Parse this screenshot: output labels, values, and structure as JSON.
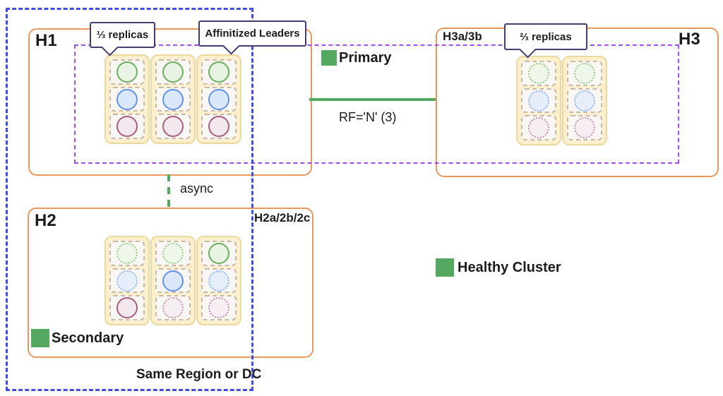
{
  "diagram": {
    "clusters": {
      "h1": {
        "label": "H1"
      },
      "h2": {
        "label": "H2",
        "zone_label": "H2a/2b/2c",
        "status_label": "Secondary"
      },
      "h3": {
        "label": "H3",
        "zone_label": "H3a/3b"
      }
    },
    "callouts": {
      "one_third": "⅓ replicas",
      "affinitized": "Affinitized Leaders",
      "two_thirds": "⅔ replicas"
    },
    "legend": {
      "primary": "Primary",
      "healthy": "Healthy Cluster"
    },
    "links": {
      "replication_factor": "RF='N' (3)",
      "async": "async"
    },
    "region_label": "Same Region or DC",
    "colors": {
      "cluster_border": "#ea975c",
      "region_boundary_blue": "#3f4ee0",
      "replica_group_purple": "#a14ef0",
      "healthy_green": "#55a85f",
      "callout_border": "#463a6e",
      "replica_green": "#6aaf5c",
      "replica_blue": "#5f94e8",
      "replica_maroon": "#a85d7d"
    },
    "grids": {
      "h1": [
        [
          "green-solid",
          "blue-solid",
          "maroon-solid"
        ],
        [
          "green-solid",
          "blue-solid",
          "maroon-solid"
        ],
        [
          "green-solid",
          "blue-solid",
          "maroon-solid"
        ]
      ],
      "h2": [
        [
          "green-dotted",
          "blue-dotted",
          "maroon-solid"
        ],
        [
          "green-dotted",
          "blue-solid",
          "maroon-dotted"
        ],
        [
          "green-solid",
          "blue-dotted",
          "maroon-dotted"
        ]
      ],
      "h3": [
        [
          "green-dotted",
          "blue-dotted",
          "maroon-dotted"
        ],
        [
          "green-dotted",
          "blue-dotted",
          "maroon-dotted"
        ]
      ]
    }
  }
}
